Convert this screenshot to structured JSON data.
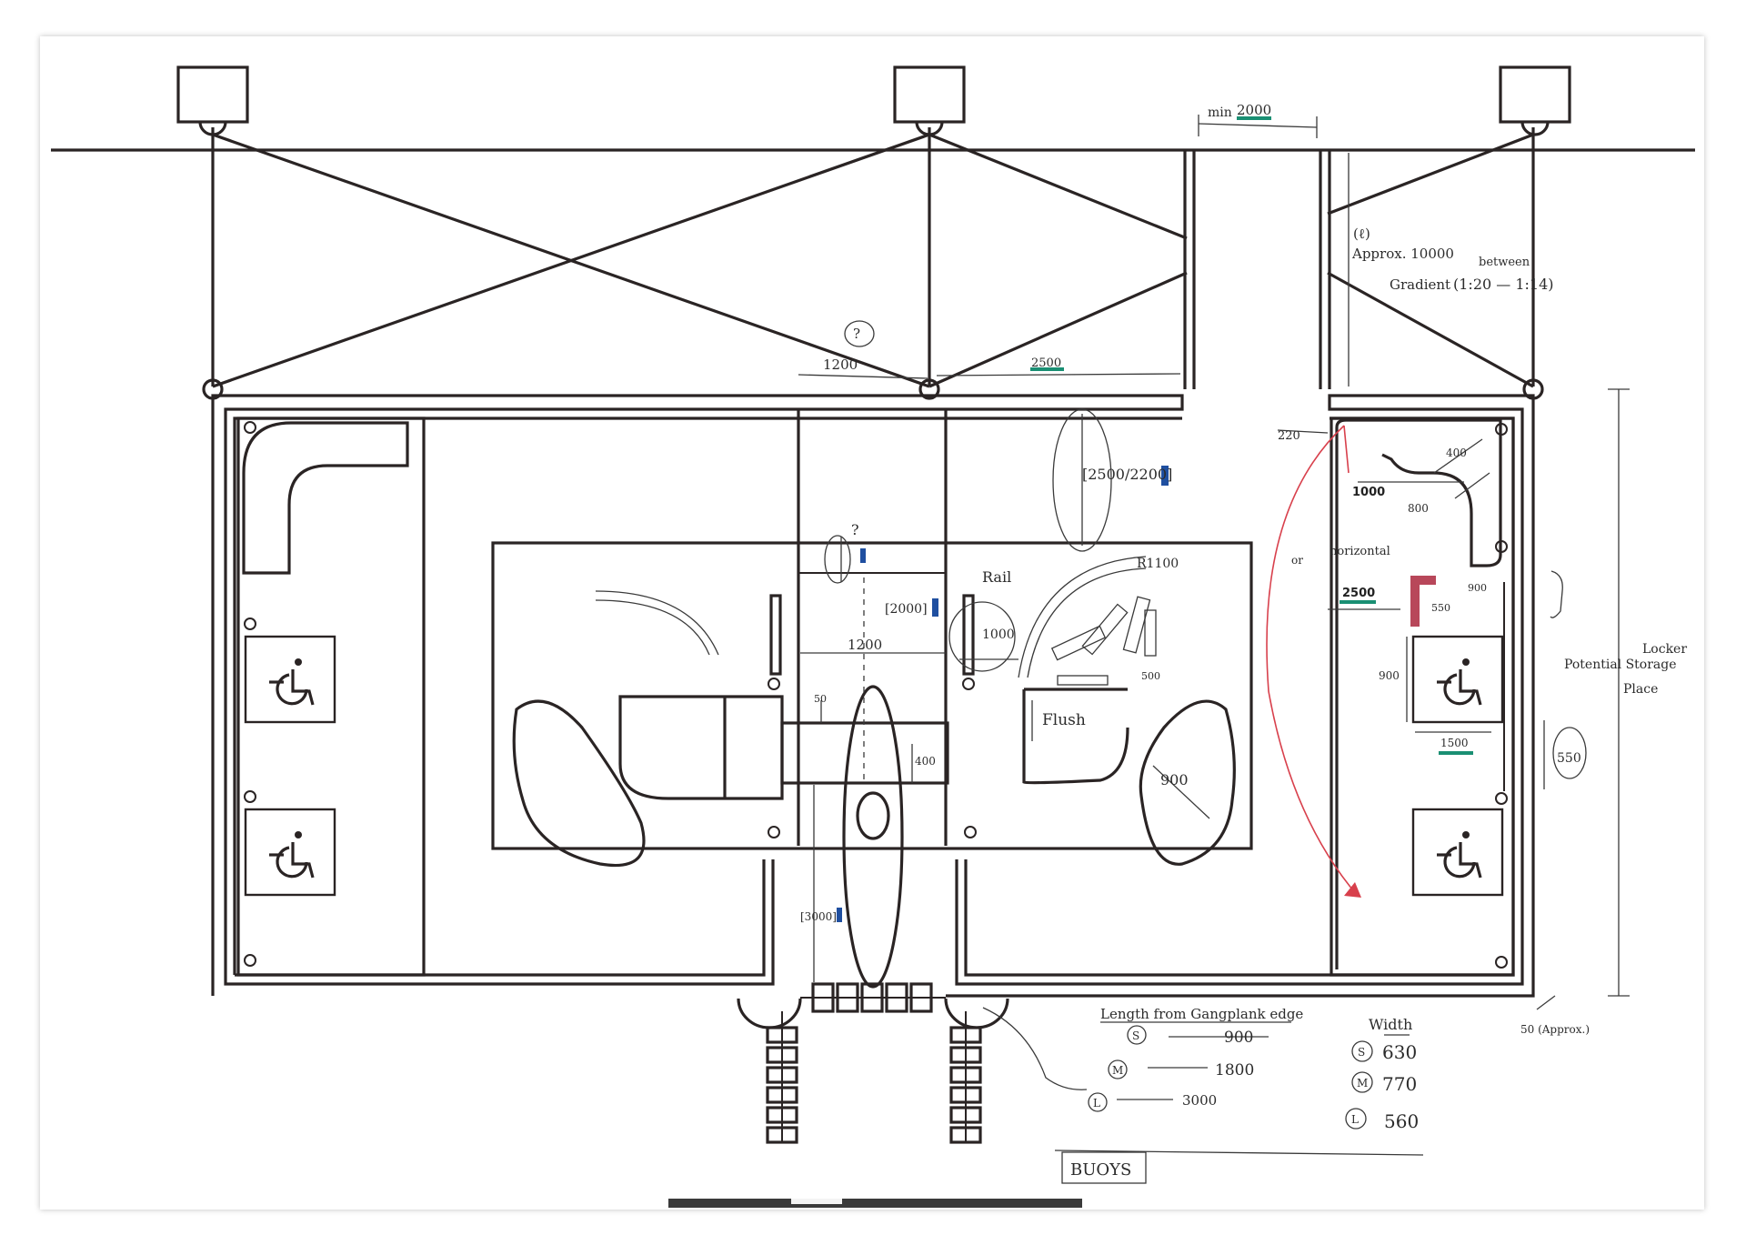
{
  "labels": {
    "min_gap": "min",
    "min_gap_value": "2000",
    "approx_mark": "(ℓ)",
    "approx_length": "Approx. 10000",
    "gradient": "Gradient",
    "between": "between",
    "gradient_value": "(1:20 — 1:14)",
    "question_top": "?",
    "dim_1200_top": "1200",
    "dim_2500_top": "2500",
    "dim_2500_2200": "[2500/2200]",
    "dim_220": "220",
    "dim_400": "400",
    "dim_1000": "1000",
    "dim_800": "800",
    "question_mid": "?",
    "dim_2000_mid": "[2000]",
    "rail": "Rail",
    "r1100": "R1100",
    "dim_1200_mid": "1200",
    "dim_1000_mid": "1000",
    "dim_500": "500",
    "dim_50": "50",
    "dim_400_mid": "400",
    "flush": "Flush",
    "dim_900_kidney": "900",
    "dim_3000": "[3000]",
    "or": "or",
    "horizontal": "horizontal",
    "dim_2500_right": "2500",
    "dim_550": "550",
    "dim_900_small": "900",
    "dim_900_vert": "900",
    "dim_1500": "1500",
    "dim_550_ellipse": "550",
    "locker": "Locker",
    "potential_storage": "Potential Storage",
    "place": "Place",
    "approx_50": "50 (Approx.)",
    "length_header": "Length from Gangplank edge",
    "s_mark": "S",
    "m_mark": "M",
    "l_mark": "L",
    "len_s": "900",
    "len_m": "1800",
    "len_l": "3000",
    "width_header": "Width",
    "width_s": "630",
    "width_m": "770",
    "width_l": "560",
    "buoys": "BUOYS"
  },
  "colors": {
    "line": "#2a2424",
    "highlight": "#1a8f73",
    "red_arrow": "#d8404c",
    "tag": "#1f4fa0"
  },
  "icons": {
    "wheelchair": "wheelchair-icon"
  }
}
